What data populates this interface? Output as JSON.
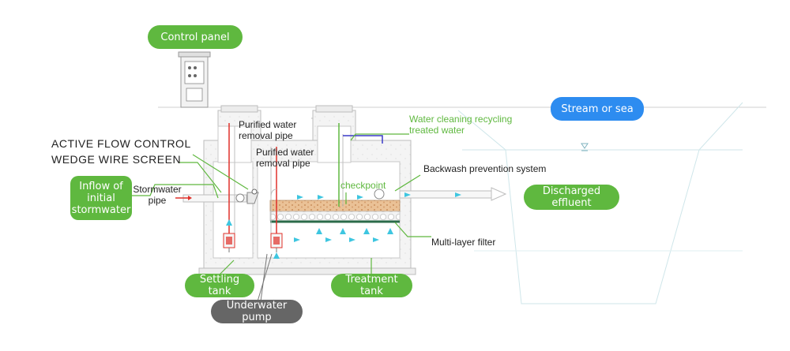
{
  "colors": {
    "accent_green": "#5fb83f",
    "accent_blue": "#2d8cf0",
    "dark_gray": "#666666",
    "pipe_red": "#e0312a",
    "flow_cyan": "#3ec6e0",
    "outline_gray": "#b9b9b9",
    "filter_sand": "#e8b88a"
  },
  "labels": {
    "control_panel": "Control panel",
    "stream_or_sea": "Stream or sea",
    "active_flow_line1": "ACTIVE FLOW CONTROL",
    "active_flow_line2": "WEDGE WIRE SCREEN",
    "inflow_line1": "Inflow of",
    "inflow_line2": "initial",
    "inflow_line3": "stormwater",
    "stormwater_pipe_line1": "Stormwater",
    "stormwater_pipe_line2": "pipe",
    "purified_1_line1": "Purified water",
    "purified_1_line2": "removal pipe",
    "purified_2_line1": "Purified water",
    "purified_2_line2": "removal pipe",
    "water_cleaning_line1": "Water cleaning recycling",
    "water_cleaning_line2": "treated water",
    "backwash": "Backwash prevention system",
    "checkpoint": "checkpoint",
    "discharged": "Discharged effluent",
    "multilayer": "Multi-layer filter",
    "settling_tank": "Settling tank",
    "treatment_tank": "Treatment tank",
    "underwater_pump": "Underwater pump"
  },
  "icons": {
    "control_cabinet": "control-cabinet-icon",
    "pump": "pump-icon",
    "flow_arrow": "flow-arrow-icon",
    "water_level": "water-level-icon"
  }
}
